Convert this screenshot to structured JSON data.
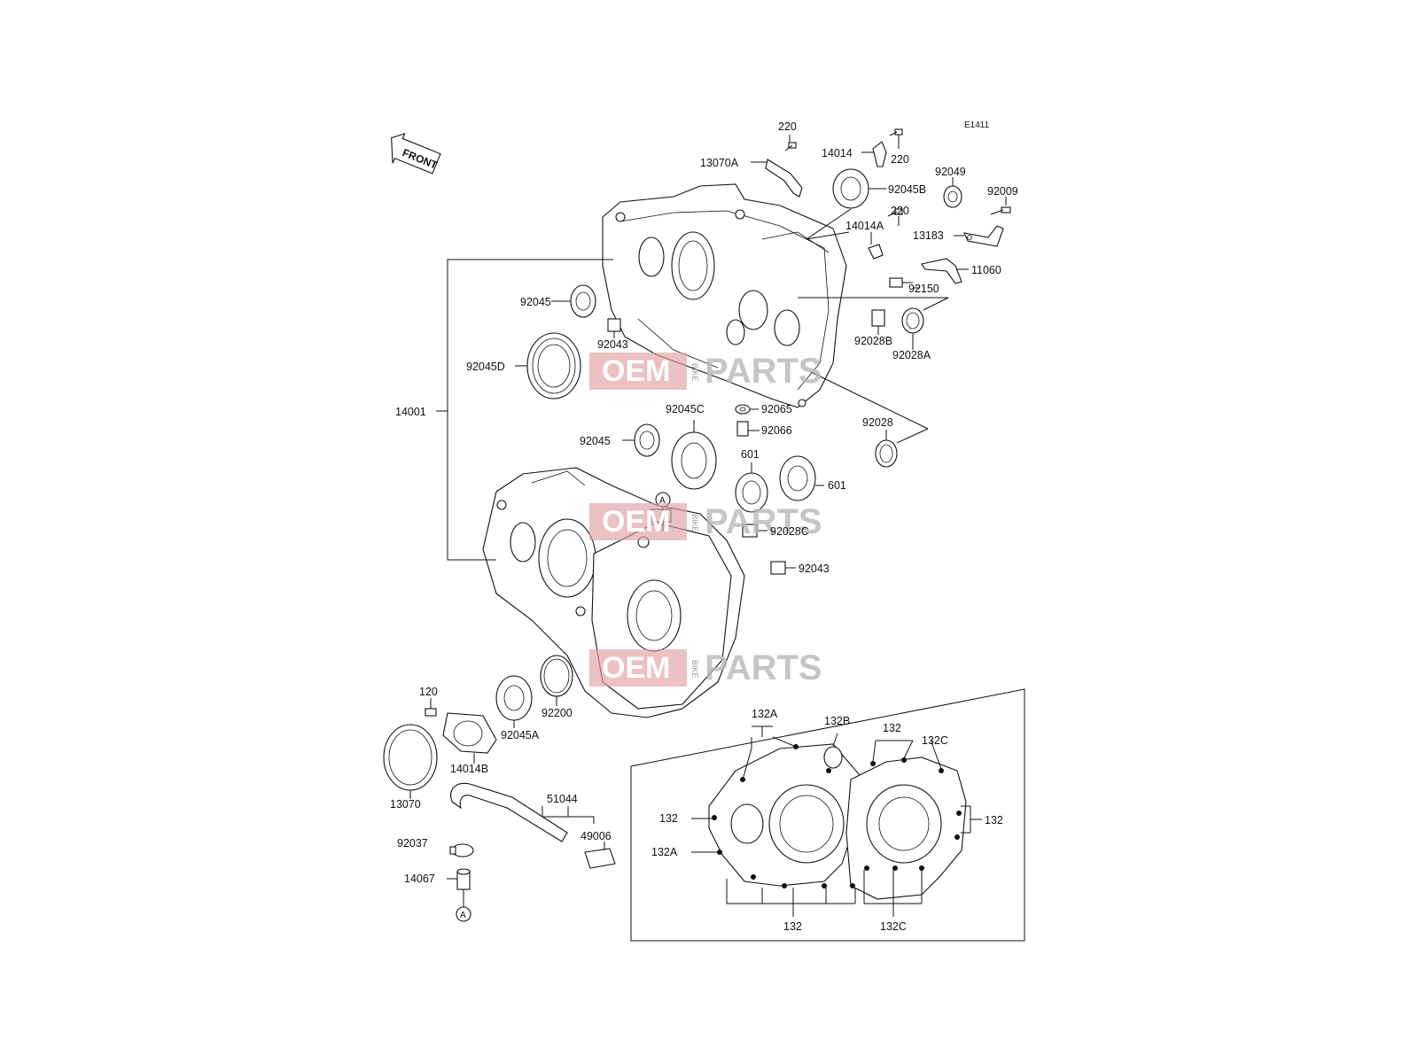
{
  "diagram": {
    "code": "E1411",
    "front_label": "FRONT",
    "ref_marker": "A",
    "labels": {
      "p220_a": "220",
      "p220_b": "220",
      "p220_c": "220",
      "p13070A": "13070A",
      "p14014": "14014",
      "p92049": "92049",
      "p92009": "92009",
      "p92045B": "92045B",
      "p14014A": "14014A",
      "p13183": "13183",
      "p11060": "11060",
      "p92150": "92150",
      "p92045_1": "92045",
      "p92043_1": "92043",
      "p92028B": "92028B",
      "p92028A": "92028A",
      "p92045D": "92045D",
      "p14001": "14001",
      "p92045C": "92045C",
      "p92065": "92065",
      "p92066": "92066",
      "p92028": "92028",
      "p92045_2": "92045",
      "p601_a": "601",
      "p601_b": "601",
      "p92028C": "92028C",
      "p92043_2": "92043",
      "p120": "120",
      "p92200": "92200",
      "p92045A": "92045A",
      "p14014B": "14014B",
      "p13070": "13070",
      "p51044": "51044",
      "p49006": "49006",
      "p92037": "92037",
      "p14067": "14067",
      "p132A_top": "132A",
      "p132B": "132B",
      "p132_top": "132",
      "p132C_top": "132C",
      "p132_left": "132",
      "p132A_left": "132A",
      "p132_right": "132",
      "p132_bottom": "132",
      "p132C_bottom": "132C"
    }
  },
  "watermark": {
    "brand_left": "OEM",
    "brand_small": "BIKE",
    "brand_right": "PARTS"
  }
}
